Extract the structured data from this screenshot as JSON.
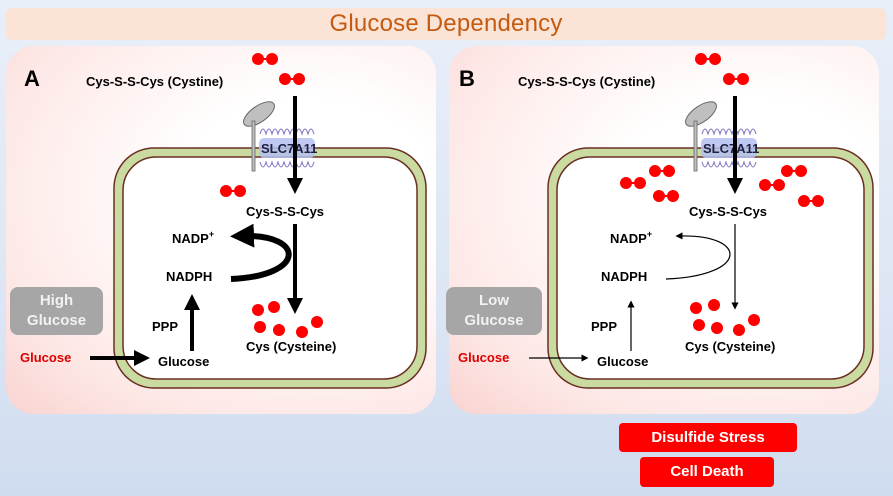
{
  "title": "Glucose Dependency",
  "colors": {
    "title_text": "#c55a11",
    "title_bg": "#fbe3d6",
    "molecule": "#ff0000",
    "membrane_fill": "#c9dba0",
    "membrane_edge": "#7f3f2f",
    "badge_bg": "#a6a6a6",
    "alert_bg": "#ff0000"
  },
  "panels": [
    {
      "id": "A",
      "letter": "A",
      "cystine_label": "Cys-S-S-Cys (Cystine)",
      "transporter_label": "SLC7A11",
      "intracellular_cystine_label": "Cys-S-S-Cys",
      "nadp_label": "NADP",
      "nadp_superscript": "+",
      "nadph_label": "NADPH",
      "ppp_label": "PPP",
      "glucose_inside_label": "Glucose",
      "glucose_outside_label": "Glucose",
      "cysteine_label": "Cys (Cysteine)",
      "condition_line1": "High",
      "condition_line2": "Glucose",
      "arrow_weight": "thick"
    },
    {
      "id": "B",
      "letter": "B",
      "cystine_label": "Cys-S-S-Cys (Cystine)",
      "transporter_label": "SLC7A11",
      "intracellular_cystine_label": "Cys-S-S-Cys",
      "nadp_label": "NADP",
      "nadp_superscript": "+",
      "nadph_label": "NADPH",
      "ppp_label": "PPP",
      "glucose_inside_label": "Glucose",
      "glucose_outside_label": "Glucose",
      "cysteine_label": "Cys (Cysteine)",
      "condition_line1": "Low",
      "condition_line2": "Glucose",
      "arrow_weight": "thin"
    }
  ],
  "outcomes": [
    "Disulfide Stress",
    "Cell Death"
  ]
}
